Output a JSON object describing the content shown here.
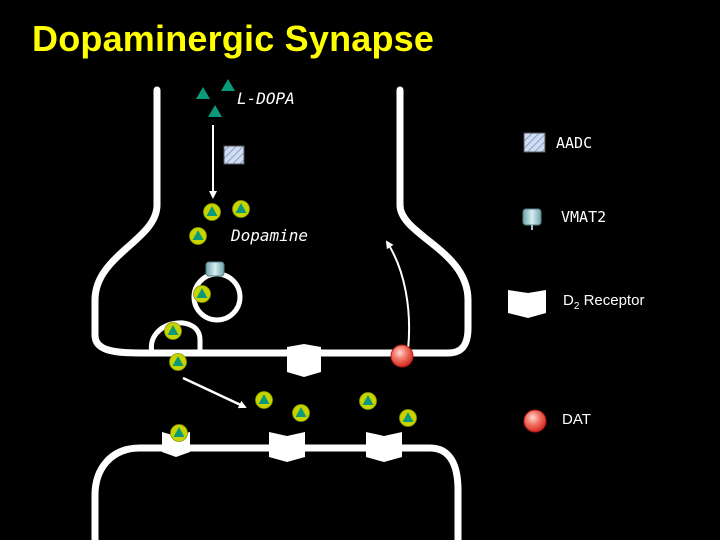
{
  "title": "Dopaminergic Synapse",
  "labels": {
    "ldopa": "L-DOPA",
    "dopamine": "Dopamine"
  },
  "legend": {
    "aadc": "AADC",
    "vmat2": "VMAT2",
    "d2_main": "D",
    "d2_sub": "2",
    "d2_rest": " Receptor",
    "dat": "DAT"
  },
  "colors": {
    "background": "#000000",
    "title": "#ffff00",
    "membrane": "#ffffff",
    "molecule_fill": "#c8d400",
    "molecule_triangle": "#0a9a7a",
    "ldopa_triangle": "#0a9a7a",
    "aadc_fill": "#c7d8f0",
    "vmat2_fill": "#9fc7cf",
    "dat_fill": "#e83030"
  }
}
